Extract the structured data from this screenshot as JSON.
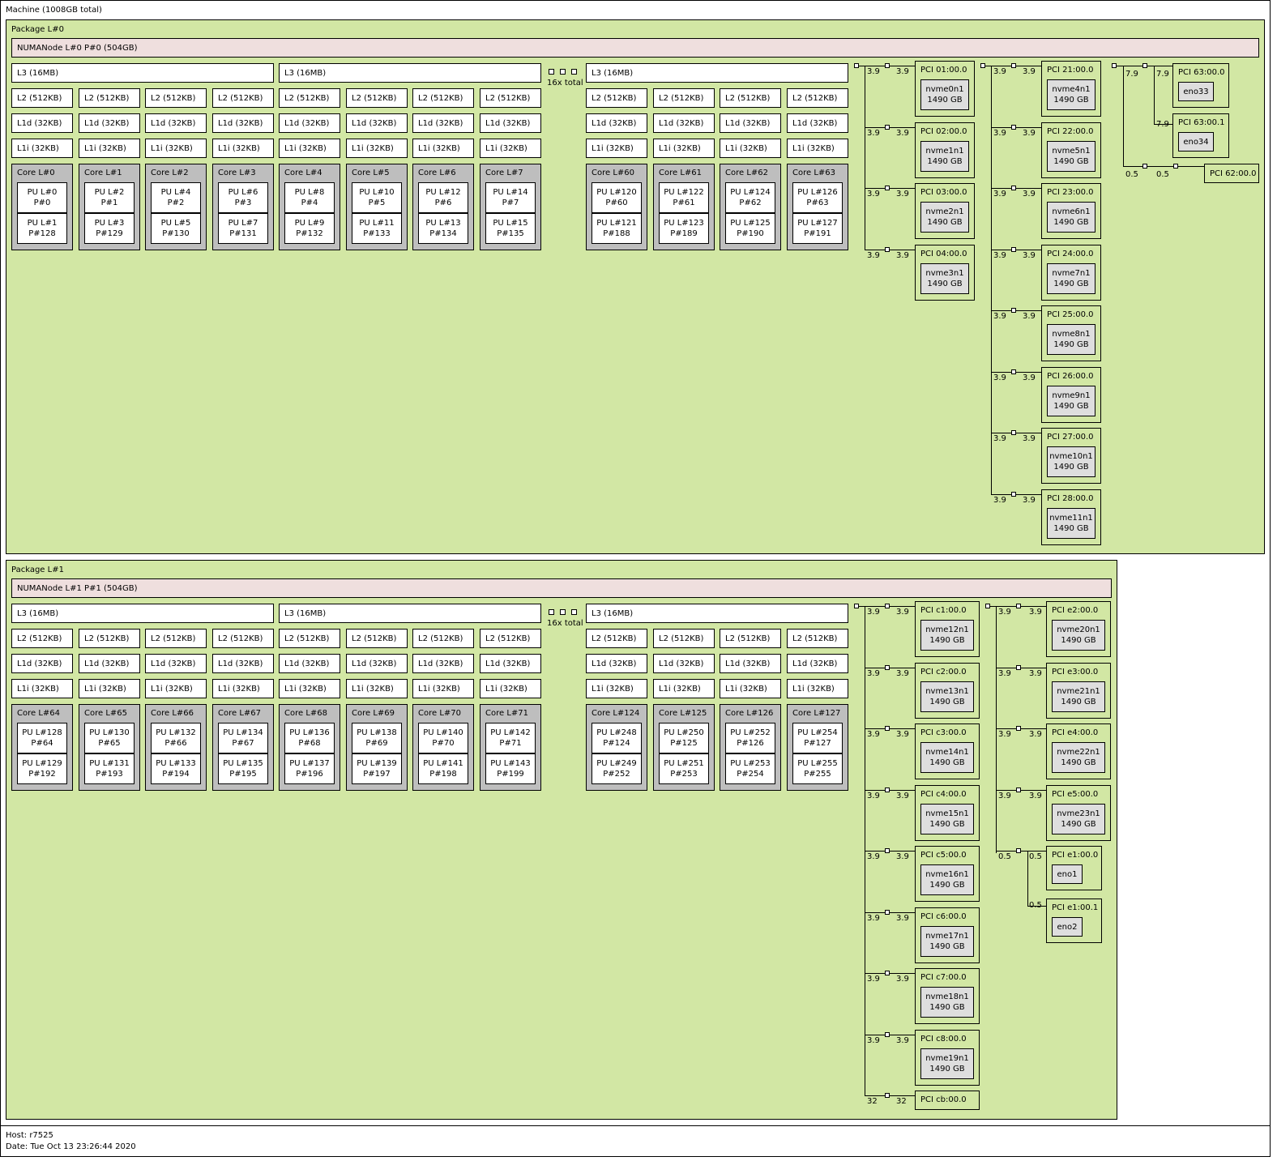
{
  "machine": {
    "label": "Machine (1008GB total)"
  },
  "footer": {
    "host": "Host: r7525",
    "date": "Date: Tue Oct 13 23:26:44 2020"
  },
  "packages": [
    {
      "label": "Package L#0",
      "numa": "NUMANode L#0 P#0 (504GB)",
      "l3": [
        "L3 (16MB)",
        "L3 (16MB)",
        "L3 (16MB)"
      ],
      "total": "16x total",
      "l2": "L2 (512KB)",
      "l1d": "L1d (32KB)",
      "l1i": "L1i (32KB)",
      "cores": [
        {
          "name": "Core L#0",
          "pu": [
            "PU L#0\nP#0",
            "PU L#1\nP#128"
          ]
        },
        {
          "name": "Core L#1",
          "pu": [
            "PU L#2\nP#1",
            "PU L#3\nP#129"
          ]
        },
        {
          "name": "Core L#2",
          "pu": [
            "PU L#4\nP#2",
            "PU L#5\nP#130"
          ]
        },
        {
          "name": "Core L#3",
          "pu": [
            "PU L#6\nP#3",
            "PU L#7\nP#131"
          ]
        },
        {
          "name": "Core L#4",
          "pu": [
            "PU L#8\nP#4",
            "PU L#9\nP#132"
          ]
        },
        {
          "name": "Core L#5",
          "pu": [
            "PU L#10\nP#5",
            "PU L#11\nP#133"
          ]
        },
        {
          "name": "Core L#6",
          "pu": [
            "PU L#12\nP#6",
            "PU L#13\nP#134"
          ]
        },
        {
          "name": "Core L#7",
          "pu": [
            "PU L#14\nP#7",
            "PU L#15\nP#135"
          ]
        },
        {
          "name": "Core L#60",
          "pu": [
            "PU L#120\nP#60",
            "PU L#121\nP#188"
          ]
        },
        {
          "name": "Core L#61",
          "pu": [
            "PU L#122\nP#61",
            "PU L#123\nP#189"
          ]
        },
        {
          "name": "Core L#62",
          "pu": [
            "PU L#124\nP#62",
            "PU L#125\nP#190"
          ]
        },
        {
          "name": "Core L#63",
          "pu": [
            "PU L#126\nP#63",
            "PU L#127\nP#191"
          ]
        }
      ],
      "pci_col1": [
        {
          "pci": "PCI 01:00.0",
          "dev": "nvme0n1\n1490 GB",
          "bw": [
            "3.9",
            "3.9"
          ]
        },
        {
          "pci": "PCI 02:00.0",
          "dev": "nvme1n1\n1490 GB",
          "bw": [
            "3.9",
            "3.9"
          ]
        },
        {
          "pci": "PCI 03:00.0",
          "dev": "nvme2n1\n1490 GB",
          "bw": [
            "3.9",
            "3.9"
          ]
        },
        {
          "pci": "PCI 04:00.0",
          "dev": "nvme3n1\n1490 GB",
          "bw": [
            "3.9",
            "3.9"
          ]
        }
      ],
      "pci_col2": [
        {
          "pci": "PCI 21:00.0",
          "dev": "nvme4n1\n1490 GB",
          "bw": [
            "3.9",
            "3.9"
          ]
        },
        {
          "pci": "PCI 22:00.0",
          "dev": "nvme5n1\n1490 GB",
          "bw": [
            "3.9",
            "3.9"
          ]
        },
        {
          "pci": "PCI 23:00.0",
          "dev": "nvme6n1\n1490 GB",
          "bw": [
            "3.9",
            "3.9"
          ]
        },
        {
          "pci": "PCI 24:00.0",
          "dev": "nvme7n1\n1490 GB",
          "bw": [
            "3.9",
            "3.9"
          ]
        },
        {
          "pci": "PCI 25:00.0",
          "dev": "nvme8n1\n1490 GB",
          "bw": [
            "3.9",
            "3.9"
          ]
        },
        {
          "pci": "PCI 26:00.0",
          "dev": "nvme9n1\n1490 GB",
          "bw": [
            "3.9",
            "3.9"
          ]
        },
        {
          "pci": "PCI 27:00.0",
          "dev": "nvme10n1\n1490 GB",
          "bw": [
            "3.9",
            "3.9"
          ]
        },
        {
          "pci": "PCI 28:00.0",
          "dev": "nvme11n1\n1490 GB",
          "bw": [
            "3.9",
            "3.9"
          ]
        }
      ],
      "pci_col3": [
        {
          "pci": "PCI 63:00.0",
          "dev": "eno33",
          "bw": [
            "7.9",
            "7.9"
          ]
        },
        {
          "pci": "PCI 63:00.1",
          "dev": "eno34",
          "bw": [
            "7.9"
          ]
        },
        {
          "pci": "PCI 62:00.0",
          "bw": [
            "0.5",
            "0.5"
          ]
        }
      ]
    },
    {
      "label": "Package L#1",
      "numa": "NUMANode L#1 P#1 (504GB)",
      "l3": [
        "L3 (16MB)",
        "L3 (16MB)",
        "L3 (16MB)"
      ],
      "total": "16x total",
      "l2": "L2 (512KB)",
      "l1d": "L1d (32KB)",
      "l1i": "L1i (32KB)",
      "cores": [
        {
          "name": "Core L#64",
          "pu": [
            "PU L#128\nP#64",
            "PU L#129\nP#192"
          ]
        },
        {
          "name": "Core L#65",
          "pu": [
            "PU L#130\nP#65",
            "PU L#131\nP#193"
          ]
        },
        {
          "name": "Core L#66",
          "pu": [
            "PU L#132\nP#66",
            "PU L#133\nP#194"
          ]
        },
        {
          "name": "Core L#67",
          "pu": [
            "PU L#134\nP#67",
            "PU L#135\nP#195"
          ]
        },
        {
          "name": "Core L#68",
          "pu": [
            "PU L#136\nP#68",
            "PU L#137\nP#196"
          ]
        },
        {
          "name": "Core L#69",
          "pu": [
            "PU L#138\nP#69",
            "PU L#139\nP#197"
          ]
        },
        {
          "name": "Core L#70",
          "pu": [
            "PU L#140\nP#70",
            "PU L#141\nP#198"
          ]
        },
        {
          "name": "Core L#71",
          "pu": [
            "PU L#142\nP#71",
            "PU L#143\nP#199"
          ]
        },
        {
          "name": "Core L#124",
          "pu": [
            "PU L#248\nP#124",
            "PU L#249\nP#252"
          ]
        },
        {
          "name": "Core L#125",
          "pu": [
            "PU L#250\nP#125",
            "PU L#251\nP#253"
          ]
        },
        {
          "name": "Core L#126",
          "pu": [
            "PU L#252\nP#126",
            "PU L#253\nP#254"
          ]
        },
        {
          "name": "Core L#127",
          "pu": [
            "PU L#254\nP#127",
            "PU L#255\nP#255"
          ]
        }
      ],
      "pci_col1": [
        {
          "pci": "PCI c1:00.0",
          "dev": "nvme12n1\n1490 GB",
          "bw": [
            "3.9",
            "3.9"
          ]
        },
        {
          "pci": "PCI c2:00.0",
          "dev": "nvme13n1\n1490 GB",
          "bw": [
            "3.9",
            "3.9"
          ]
        },
        {
          "pci": "PCI c3:00.0",
          "dev": "nvme14n1\n1490 GB",
          "bw": [
            "3.9",
            "3.9"
          ]
        },
        {
          "pci": "PCI c4:00.0",
          "dev": "nvme15n1\n1490 GB",
          "bw": [
            "3.9",
            "3.9"
          ]
        },
        {
          "pci": "PCI c5:00.0",
          "dev": "nvme16n1\n1490 GB",
          "bw": [
            "3.9",
            "3.9"
          ]
        },
        {
          "pci": "PCI c6:00.0",
          "dev": "nvme17n1\n1490 GB",
          "bw": [
            "3.9",
            "3.9"
          ]
        },
        {
          "pci": "PCI c7:00.0",
          "dev": "nvme18n1\n1490 GB",
          "bw": [
            "3.9",
            "3.9"
          ]
        },
        {
          "pci": "PCI c8:00.0",
          "dev": "nvme19n1\n1490 GB",
          "bw": [
            "3.9",
            "3.9"
          ]
        },
        {
          "pci": "PCI cb:00.0",
          "bw": [
            "32",
            "32"
          ]
        }
      ],
      "pci_col2": [
        {
          "pci": "PCI e2:00.0",
          "dev": "nvme20n1\n1490 GB",
          "bw": [
            "3.9",
            "3.9"
          ]
        },
        {
          "pci": "PCI e3:00.0",
          "dev": "nvme21n1\n1490 GB",
          "bw": [
            "3.9",
            "3.9"
          ]
        },
        {
          "pci": "PCI e4:00.0",
          "dev": "nvme22n1\n1490 GB",
          "bw": [
            "3.9",
            "3.9"
          ]
        },
        {
          "pci": "PCI e5:00.0",
          "dev": "nvme23n1\n1490 GB",
          "bw": [
            "3.9",
            "3.9"
          ]
        },
        {
          "pci": "PCI e1:00.0",
          "dev": "eno1",
          "bw": [
            "0.5",
            "0.5"
          ]
        },
        {
          "pci": "PCI e1:00.1",
          "dev": "eno2",
          "bw": [
            "0.5"
          ]
        }
      ]
    }
  ]
}
